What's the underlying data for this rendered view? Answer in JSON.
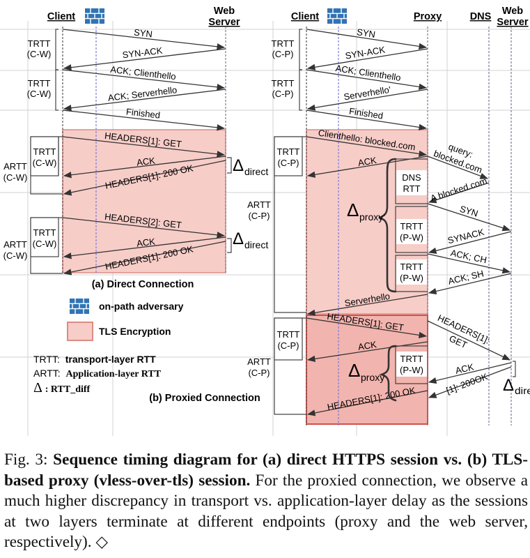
{
  "colors": {
    "tls_fill": "#f5c6c1",
    "tls_fill_dark": "#efb0aa",
    "tls_border": "#d9736d",
    "adversary_blue": "#2f74b5",
    "server_line": "#7a7a9a",
    "adversary_line": "#7b7bd6",
    "arrow": "#333333",
    "grid": "#cfcfcf"
  },
  "icons": {
    "adversary": "brick-wall-icon"
  },
  "direct": {
    "headers": {
      "client": "Client",
      "web_server_line1": "Web",
      "web_server_line2": "Server"
    },
    "trtt1": {
      "line1": "TRTT",
      "line2": "(C-W)"
    },
    "trtt2": {
      "line1": "TRTT",
      "line2": "(C-W)"
    },
    "messages": {
      "syn": "SYN",
      "synack": "SYN-ACK",
      "ack_clienthello": "ACK; Clienthello",
      "ack_serverhello": "ACK; Serverhello",
      "finished": "Finished",
      "h1_get": "HEADERS[1]: GET",
      "ack1": "ACK",
      "h1_ok": "HEADERS[1]: 200 OK",
      "h2_get": "HEADERS[2]: GET",
      "ack2": "ACK",
      "h1_ok_b": "HEADERS[1]: 200 OK"
    },
    "artt1": {
      "outer1": "ARTT",
      "outer2": "(C-W)",
      "inner1": "TRTT",
      "inner2": "(C-W)"
    },
    "artt2": {
      "outer1": "ARTT",
      "outer2": "(C-W)",
      "inner1": "TRTT",
      "inner2": "(C-W)"
    },
    "delta1": {
      "symbol": "Δ",
      "sub": "direct"
    },
    "delta2": {
      "symbol": "Δ",
      "sub": "direct"
    },
    "subcaption": "(a) Direct Connection"
  },
  "legend": {
    "adversary": "on-path adversary",
    "tls": "TLS Encryption",
    "trtt_abbr": "TRTT:",
    "trtt_desc": "transport-layer RTT",
    "artt_abbr": "ARTT:",
    "artt_desc": "Application-layer RTT",
    "delta_symbol": "Δ",
    "delta_desc": ": RTT_diff"
  },
  "proxied": {
    "headers": {
      "client": "Client",
      "proxy": "Proxy",
      "dns": "DNS",
      "web_server_line1": "Web",
      "web_server_line2": "Server"
    },
    "trtt1": {
      "line1": "TRTT",
      "line2": "(C-P)"
    },
    "trtt2": {
      "line1": "TRTT",
      "line2": "(C-P)"
    },
    "trtt3": {
      "line1": "TRTT",
      "line2": "(C-P)"
    },
    "trtt4": {
      "line1": "TRTT",
      "line2": "(C-P)"
    },
    "artt1": {
      "line1": "ARTT",
      "line2": "(C-P)"
    },
    "artt2": {
      "line1": "ARTT",
      "line2": "(C-P)"
    },
    "messages": {
      "syn": "SYN",
      "synack": "SYN-ACK",
      "ack_clienthello": "ACK; Clienthello",
      "serverhello1": "Serverhello'",
      "finished": "Finished",
      "clienthello_blocked": "Clienthello: blocked.com",
      "ack_a": "ACK",
      "query1": "query:",
      "query2": "blocked.com",
      "a_blocked": "A blocked.com",
      "syn_pw": "SYN",
      "synack_pw": "SYNACK",
      "ack_ch": "ACK; CH",
      "ack_sh": "ACK; SH",
      "serverhello2": "Serverhello",
      "h1_get": "HEADERS[1]: GET",
      "h1_get_pw1": "HEADERS[1]:",
      "h1_get_pw2": "GET",
      "ack_b": "ACK",
      "ack_pw": "ACK",
      "ok_pw": "[1]: 200OK",
      "h1_ok": "HEADERS[1]: 200 OK"
    },
    "dns_rtt": {
      "line1": "DNS",
      "line2": "RTT"
    },
    "trtt_pw1": {
      "line1": "TRTT",
      "line2": "(P-W)"
    },
    "trtt_pw2": {
      "line1": "TRTT",
      "line2": "(P-W)"
    },
    "trtt_pw3": {
      "line1": "TRTT",
      "line2": "(P-W)"
    },
    "delta_proxy1": {
      "symbol": "Δ",
      "sub": "proxy'"
    },
    "delta_proxy2": {
      "symbol": "Δ",
      "sub": "proxy"
    },
    "delta_direct": {
      "symbol": "Δ",
      "sub": "direct"
    },
    "subcaption": "(b) Proxied Connection"
  },
  "caption": {
    "label": "Fig. 3:",
    "title": "Sequence timing diagram for (a) direct HTTPS session vs. (b) TLS-based proxy (vless-over-tls) session.",
    "body": "For the proxied connection, we observe a much higher discrepancy in transport vs. application-layer delay as the sessions at two layers terminate at different endpoints (proxy and the web server, respectively).",
    "end_mark": "◇"
  }
}
